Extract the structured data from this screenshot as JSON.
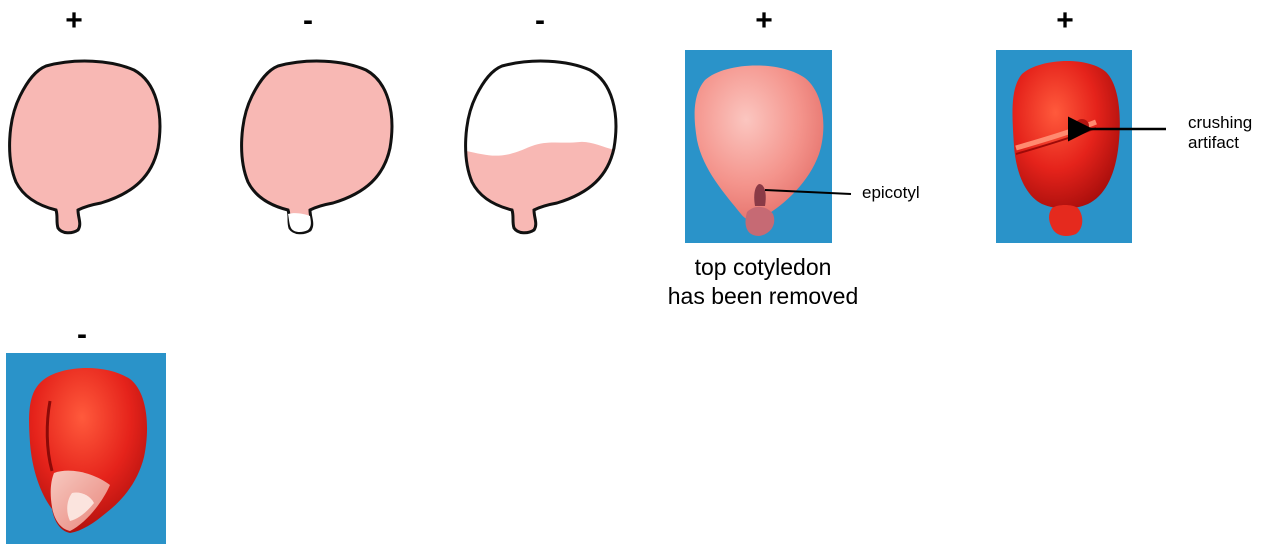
{
  "signs": [
    "+",
    "-",
    "-",
    "+",
    "+",
    "-"
  ],
  "labels": {
    "epicotyl": "epicotyl",
    "crushing_artifact": "crushing\nartifact"
  },
  "caption": {
    "line1": "top cotyledon",
    "line2": "has been removed"
  },
  "colors": {
    "stain_pink": "#f8b8b4",
    "background_blue": "#2a93c9",
    "seed_red": "#e5231b",
    "outline": "#111111"
  }
}
